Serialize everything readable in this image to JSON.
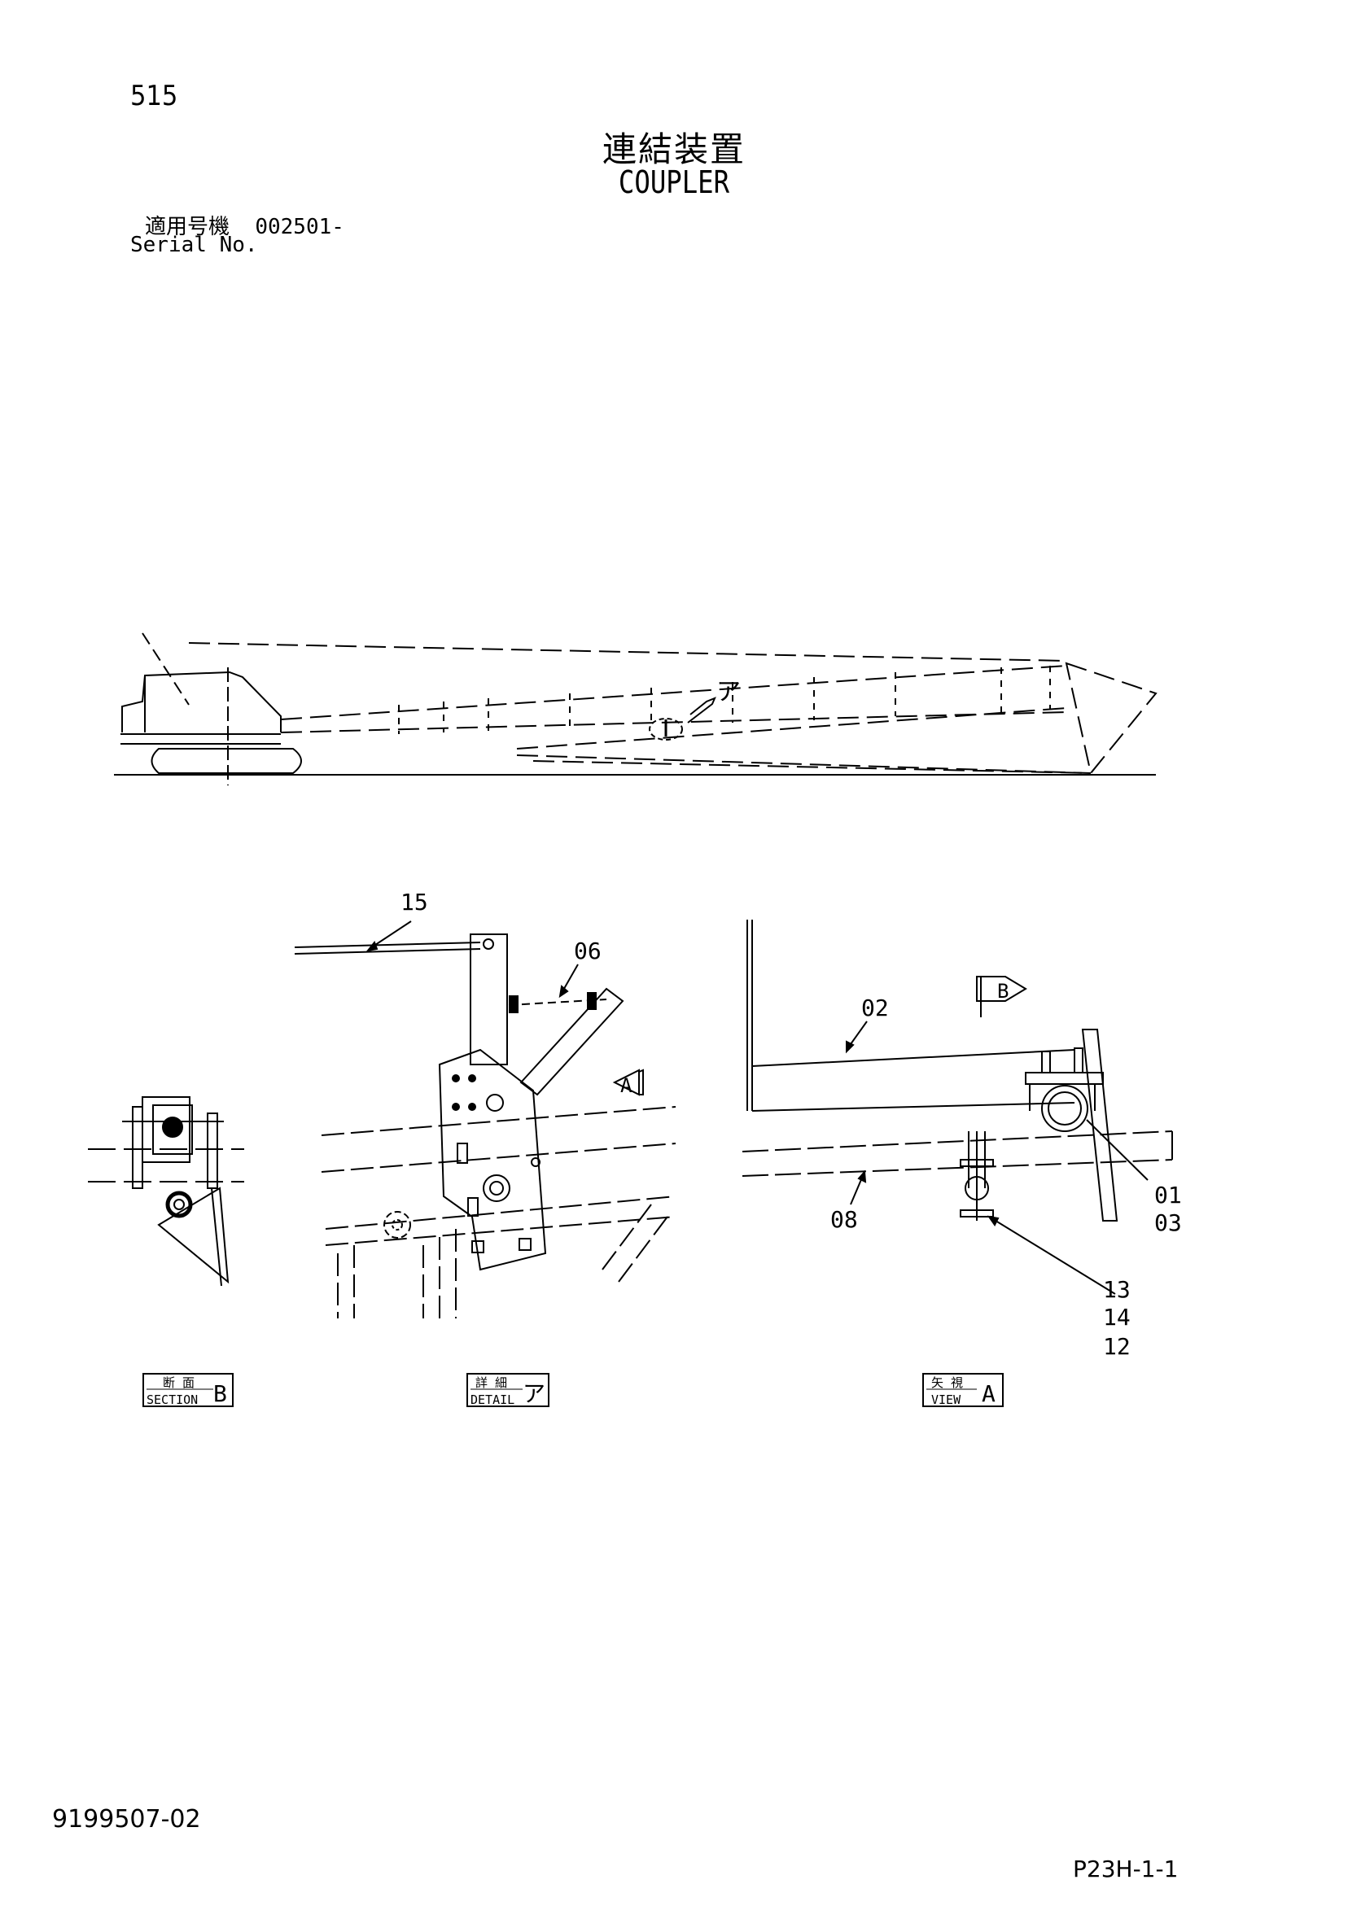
{
  "header": {
    "page_number": "515",
    "title_jp": "連結装置",
    "title_en": "COUPLER",
    "serial_label_jp": "適用号機",
    "serial_value": "002501-",
    "serial_label_en": "Serial No."
  },
  "overview": {
    "detail_marker": "ア"
  },
  "callouts": {
    "c15": "15",
    "c06": "06",
    "c02": "02",
    "c08": "08",
    "c01": "01",
    "c03": "03",
    "c13": "13",
    "c14": "14",
    "c12": "12",
    "arrow_a": "A",
    "arrow_b": "B"
  },
  "view_labels": {
    "section": {
      "jp": "断 面",
      "en": "SECTION",
      "letter": "B"
    },
    "detail": {
      "jp": "詳 細",
      "en": "DETAIL",
      "letter": "ア"
    },
    "view": {
      "jp": "矢 視",
      "en": "VIEW",
      "letter": "A"
    }
  },
  "footer": {
    "doc_number": "9199507-02",
    "page_ref": "P23H-1-1"
  }
}
